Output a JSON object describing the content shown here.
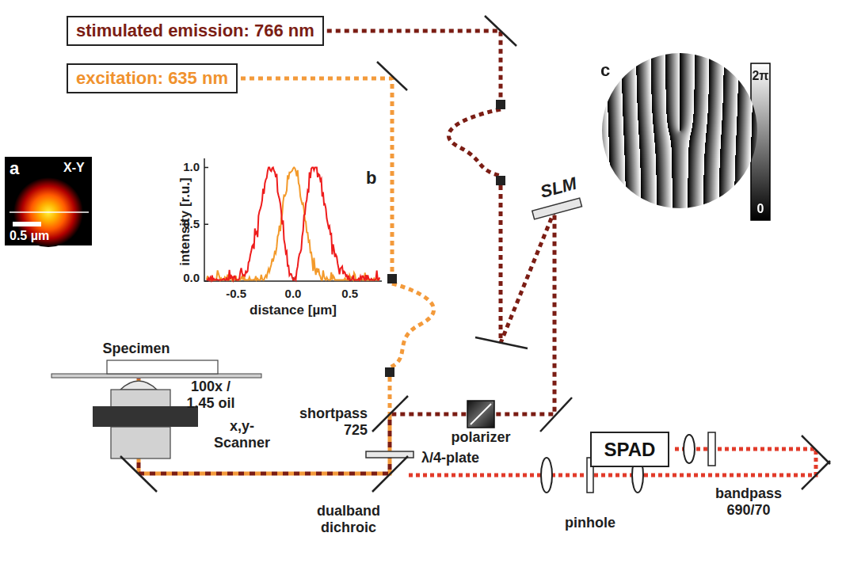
{
  "diagram": {
    "nodes": [
      {
        "text": [
          "stimulated emission: 766 nm"
        ]
      },
      {
        "text": [
          "excitation: 635 nm"
        ]
      },
      {
        "text": [
          "SPAD"
        ]
      }
    ],
    "labels": [
      "a",
      "X-Y",
      "0.5 µm",
      "b",
      "1.0",
      "0.5",
      "0.0",
      "intensity [r.u.]",
      "-0.5",
      "0.0",
      "0.5",
      "distance [µm]",
      "c",
      "2π",
      "0",
      "SLM",
      "Specimen",
      "100x / 1.45 oil",
      "x,y-Scanner",
      "shortpass 725",
      "polarizer",
      "λ/4-plate",
      "dualband dichroic",
      "pinhole",
      "bandpass 690/70"
    ]
  }
}
